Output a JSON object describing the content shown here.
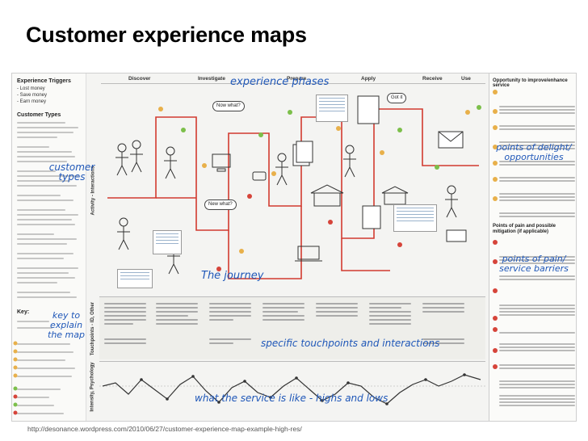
{
  "slide": {
    "title": "Customer experience maps",
    "source_url": "http://desonance.wordpress.com/2010/06/27/customer-experience-map-example-high-res/"
  },
  "map": {
    "phases": [
      "Discover",
      "Investigate",
      "Prepare",
      "Apply",
      "Receive",
      "Use"
    ],
    "row_bands": [
      "Activity - Interactions",
      "Touchpoints - ID, Other",
      "Intensity, Psychology"
    ],
    "left": {
      "triggers_title": "Experience Triggers",
      "triggers": [
        "- Lost money",
        "- Save money",
        "- Earn money"
      ],
      "customer_types_title": "Customer Types",
      "key_title": "Key:"
    },
    "bubbles": {
      "now_what": "Now what?",
      "now_what_2": "New what?",
      "got_it": "Got it"
    },
    "right": {
      "opp_title": "Opportunity to improve/enhance service",
      "pain_title": "Points of pain and possible mitigation (if applicable)"
    },
    "annotations": {
      "experience_phases": "experience phases",
      "customer_types": "customer types",
      "delight": "points of delight/ opportunities",
      "pain": "points of pain/ service barriers",
      "journey": "The journey",
      "touchpoints": "specific touchpoints and interactions",
      "key": "key to explain the map",
      "service_like": "what the service is like - highs and lows"
    },
    "accent": "#1f57b8"
  }
}
